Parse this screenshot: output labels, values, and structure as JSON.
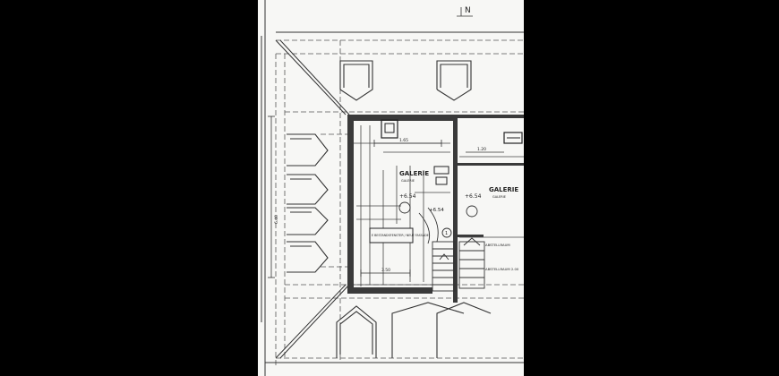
{
  "plan": {
    "north_marker": "N",
    "label_galerie_left": "GALERIE",
    "label_galerie_left_sub": "GALERIE",
    "label_galerie_right": "GALERIE",
    "label_galerie_right_sub": "GALERIE",
    "level_left": "+6.54",
    "level_right": "+6.54",
    "level_stair": "+6.54",
    "stair_number": "1",
    "note_box": "E BESTANDSFENSTER / NEUE FASSADE",
    "label_right_upper": "ABSTELLRAUM",
    "label_right_lower": "ABSTELLRAUM 2.00",
    "dim_top": "1.65",
    "dim_bottom": "3.50",
    "dim_right": "1.20",
    "dim_left_vertical": "6.40"
  }
}
